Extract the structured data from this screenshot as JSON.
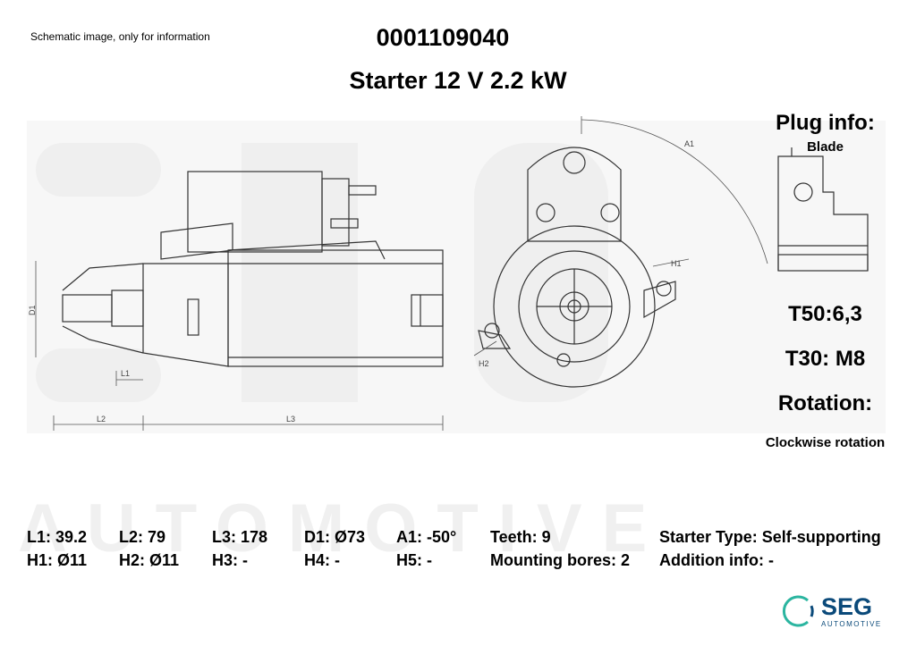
{
  "header": {
    "note": "Schematic image, only for information",
    "part_number": "0001109040",
    "title": "Starter 12 V 2.2 kW"
  },
  "drawing_labels": {
    "a1": "A1",
    "h1": "H1",
    "h2": "H2",
    "d1": "D1",
    "l1": "L1",
    "l2": "L2",
    "l3": "L3"
  },
  "plug_info": {
    "heading": "Plug info:",
    "type": "Blade"
  },
  "terminals": {
    "t50": "T50:6,3",
    "t30": "T30: M8"
  },
  "rotation": {
    "heading": "Rotation:",
    "value": "Clockwise rotation"
  },
  "specs": [
    {
      "text": "L1: 39.2"
    },
    {
      "text": "L2: 79"
    },
    {
      "text": "L3: 178"
    },
    {
      "text": "D1: Ø73"
    },
    {
      "text": "A1: -50°"
    },
    {
      "text": "Teeth: 9"
    },
    {
      "text": "Starter Type:  Self-supporting"
    },
    {
      "text": "H1: Ø11"
    },
    {
      "text": "H2: Ø11"
    },
    {
      "text": "H3: -"
    },
    {
      "text": "H4: -"
    },
    {
      "text": "H5: -"
    },
    {
      "text": "Mounting bores: 2"
    },
    {
      "text": "Addition info: -"
    }
  ],
  "watermark": "AUTOMOTIVE",
  "logo": {
    "name": "SEG",
    "tagline": "AUTOMOTIVE",
    "color": "#0b4a7a",
    "accent": "#2bb5a0"
  }
}
